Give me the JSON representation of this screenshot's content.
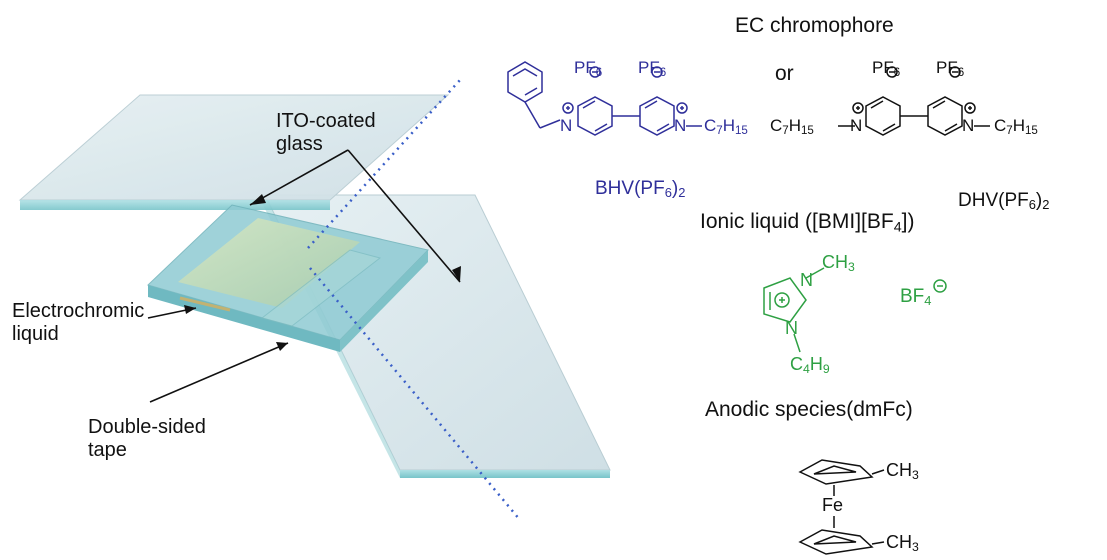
{
  "device": {
    "ito_label_line1": "ITO-coated",
    "ito_label_line2": "glass",
    "electrochromic_line1": "Electrochromic",
    "electrochromic_line2": "liquid",
    "tape_line1": "Double-sided",
    "tape_line2": "tape"
  },
  "chemistry": {
    "ec_chromophore_title": "EC chromophore",
    "or_text": "or",
    "bhv": {
      "name": "BHV",
      "anion": "PF",
      "anion_sub": "6",
      "count": "2",
      "alkyl": "C",
      "alkyl_sub": "7",
      "alkyl_h": "H",
      "alkyl_h_sub": "15"
    },
    "dhv": {
      "name": "DHV",
      "anion": "PF",
      "anion_sub": "6",
      "count": "2",
      "alkyl": "C",
      "alkyl_sub": "7",
      "alkyl_h": "H",
      "alkyl_h_sub": "15"
    },
    "ionic_liquid_title": "Ionic liquid ([BMI][BF",
    "ionic_liquid_sub": "4",
    "ionic_liquid_close": "])",
    "bmi": {
      "methyl": "CH",
      "methyl_sub": "3",
      "n_atom": "N",
      "butyl": "C",
      "butyl_sub": "4",
      "butyl_h": "H",
      "butyl_h_sub": "9",
      "counter_anion": "BF",
      "counter_sub": "4"
    },
    "anodic_title": "Anodic species(dmFc)",
    "dmfc": {
      "iron": "Fe",
      "methyl": "CH",
      "methyl_sub": "3"
    }
  },
  "colors": {
    "blue": "#2f2f9a",
    "green": "#2ea043",
    "black": "#111111",
    "dotted": "#3a5fc8"
  }
}
